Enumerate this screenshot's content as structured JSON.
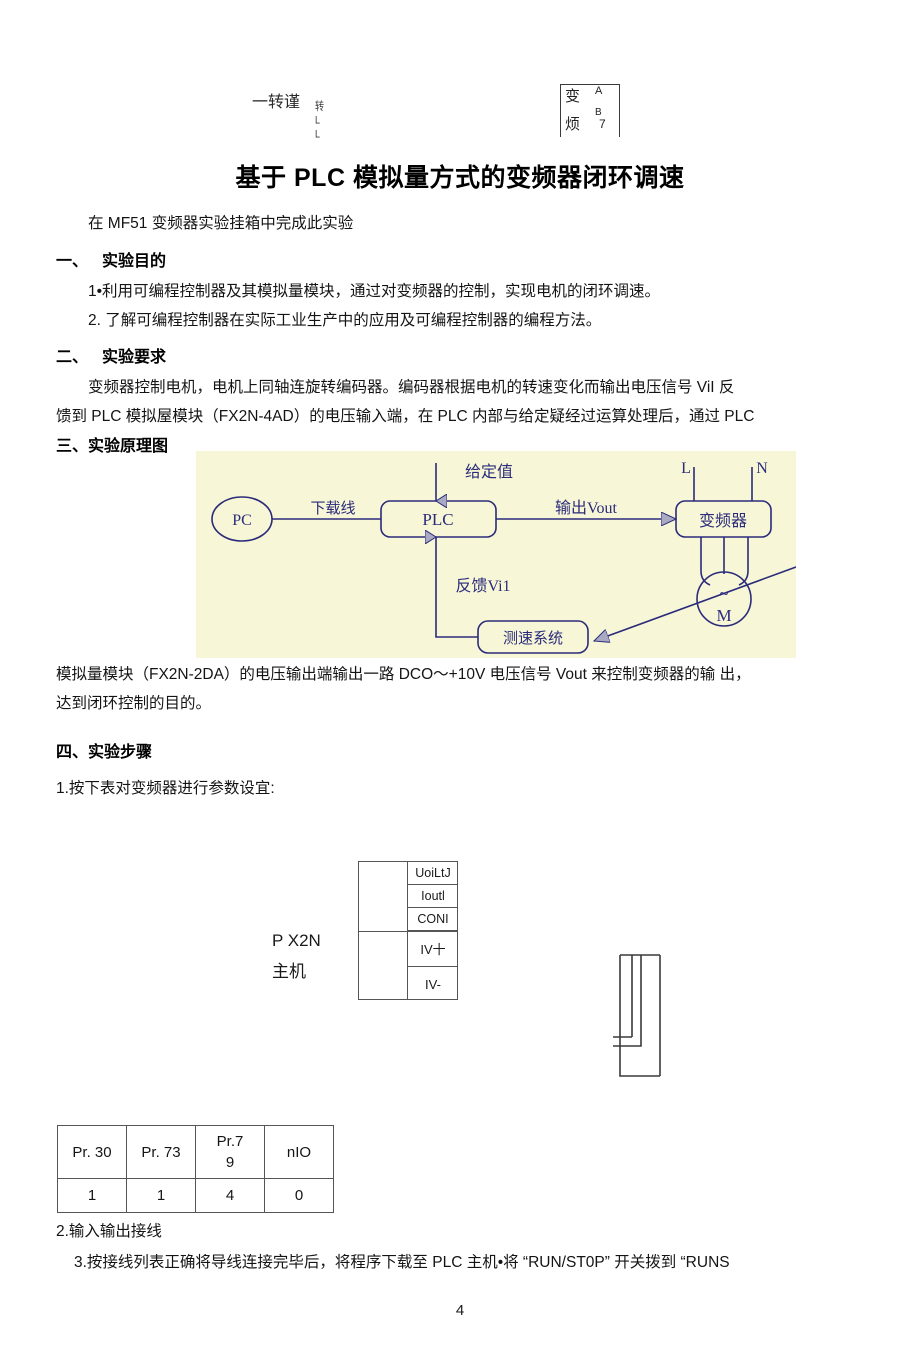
{
  "artifacts": {
    "top_left_text": "一转谨",
    "vertical_marks": [
      "转",
      "L",
      "L"
    ],
    "box": {
      "row1_cn": "变",
      "row1_code": "A",
      "row2_cn": "烦",
      "row2_code_top": "B",
      "row2_code_bottom": "7"
    }
  },
  "title": "基于 PLC 模拟量方式的变频器闭环调速",
  "subtitle": "在 MF51 变频器实验挂箱中完成此实验",
  "sections": {
    "s1": {
      "num": "一、",
      "heading": "实验目的",
      "items": [
        "1•利用可编程控制器及其模拟量模块，通过对变频器的控制，实现电机的闭环调速。",
        "2. 了解可编程控制器在实际工业生产中的应用及可编程控制器的编程方法。"
      ]
    },
    "s2": {
      "num": "二、",
      "heading": "实验要求",
      "para_line1": "变频器控制电机，电机上同轴连旋转编码器。编码器根据电机的转速变化而输出电压信号 ViI 反",
      "para_line2": "馈到 PLC 模拟屋模块（FX2N-4AD）的电压输入端，在 PLC 内部与给定疑经过运算处理后，通过 PLC"
    },
    "s3": {
      "num": "三、",
      "heading": "实验原理图",
      "after_line1": "模拟量模块（FX2N-2DA）的电压输出端输出一路 DCO〜+10V 电压信号 Vout 来控制变频器的输 出，",
      "after_line2": "达到闭环控制的目的。"
    },
    "s4": {
      "num": "四、",
      "heading": "实验步骤",
      "step1": "1.按下表对变频器进行参数设宜:",
      "step2": "2.输入输出接线",
      "step3": "3.按接线列表正确将导线连接完毕后，将程序下载至 PLC 主机•将 “RUN/ST0P” 开关拨到 “RUNS"
    }
  },
  "diagram": {
    "background_color": "#f7f7d8",
    "line_color": "#2b2b7a",
    "arrow_fill": "#a9a9c4",
    "nodes": {
      "pc": "PC",
      "plc": "PLC",
      "inverter": "变频器",
      "motor_symbol": "~",
      "motor": "M",
      "tacho": "测速系统"
    },
    "labels": {
      "setpoint": "给定值",
      "download_line": "下载线",
      "output": "输出Vout",
      "feedback": "反馈Vi1",
      "phase_l": "L",
      "phase_n": "N"
    }
  },
  "fx_unit": {
    "label_line1": "Ρ X2N",
    "label_line2": "主机",
    "terminals": [
      "UoiLtJ",
      "Ioutl",
      "CONI",
      "IV十",
      "IV-"
    ]
  },
  "pr_table": {
    "headers": [
      "Pr. 30",
      "Pr. 73",
      "Pr.7",
      "nIO"
    ],
    "header_wrap_second_line": "9",
    "values": [
      "1",
      "1",
      "4",
      "0"
    ]
  },
  "page_number": "4"
}
